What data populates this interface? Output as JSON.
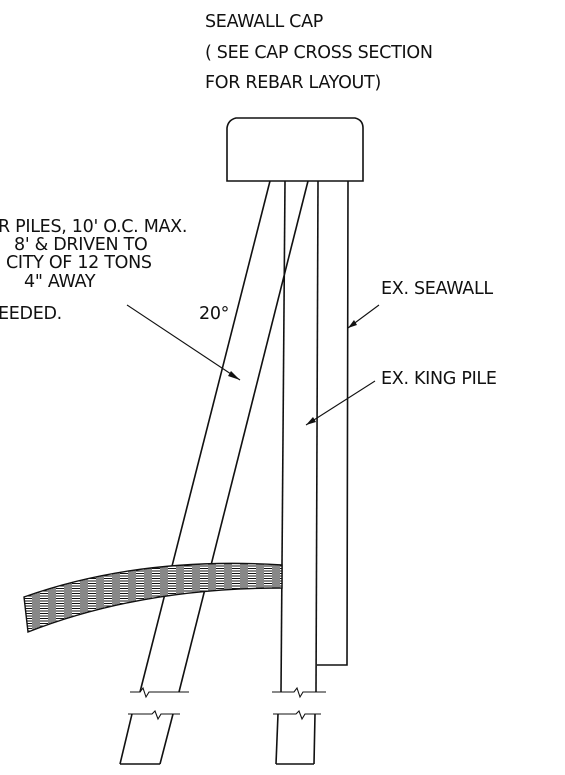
{
  "labels": {
    "cap_title": "SEAWALL CAP",
    "cap_note_1": "( SEE CAP CROSS SECTION",
    "cap_note_2": "FOR REBAR LAYOUT)",
    "pile_note_1": "R PILES, 10' O.C. MAX.",
    "pile_note_2": "8' & DRIVEN TO",
    "pile_note_3": "CITY OF 12 TONS",
    "pile_note_4": "4\" AWAY",
    "pile_note_5": "EEDED.",
    "angle": "20°",
    "seawall": "EX. SEAWALL",
    "king_pile": "EX.  KING PILE"
  },
  "colors": {
    "ink": "#111111",
    "background": "#ffffff"
  }
}
